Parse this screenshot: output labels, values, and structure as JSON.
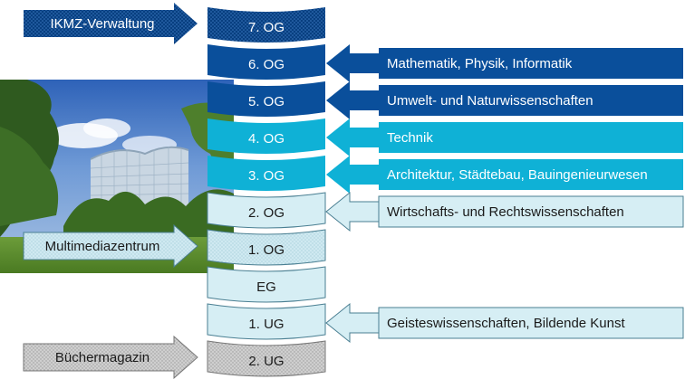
{
  "floors": [
    {
      "id": "7og",
      "label": "7. OG",
      "style": "dark-dotted"
    },
    {
      "id": "6og",
      "label": "6. OG",
      "style": "dark"
    },
    {
      "id": "5og",
      "label": "5. OG",
      "style": "dark"
    },
    {
      "id": "4og",
      "label": "4. OG",
      "style": "cyan"
    },
    {
      "id": "3og",
      "label": "3. OG",
      "style": "cyan"
    },
    {
      "id": "2og",
      "label": "2. OG",
      "style": "light"
    },
    {
      "id": "1og",
      "label": "1. OG",
      "style": "light-dotted"
    },
    {
      "id": "eg",
      "label": "EG",
      "style": "light"
    },
    {
      "id": "1ug",
      "label": "1. UG",
      "style": "light"
    },
    {
      "id": "2ug",
      "label": "2. UG",
      "style": "gray-dotted"
    }
  ],
  "right_boxes": [
    {
      "floor": "6og",
      "label": "Mathematik, Physik, Informatik",
      "style": "dark"
    },
    {
      "floor": "5og",
      "label": "Umwelt- und Naturwissenschaften",
      "style": "dark"
    },
    {
      "floor": "4og",
      "label": "Technik",
      "style": "cyan"
    },
    {
      "floor": "3og",
      "label": "Architektur, Städtebau, Bauingenieurwesen",
      "style": "cyan"
    },
    {
      "floor": "2og",
      "label": "Wirtschafts- und Rechtswissenschaften",
      "style": "light"
    },
    {
      "floor": "1ug",
      "label": "Geisteswissenschaften, Bildende Kunst",
      "style": "light"
    }
  ],
  "left_arrows": [
    {
      "floor": "7og",
      "label": "IKMZ-Verwaltung",
      "style": "dark-dotted"
    },
    {
      "floor": "1og",
      "label": "Multimediazentrum",
      "style": "light-dotted"
    },
    {
      "floor": "2ug",
      "label": "Büchermagazin",
      "style": "gray-dotted"
    }
  ],
  "colors": {
    "dark": "#0a4f9b",
    "cyan": "#0fb1d6",
    "light": "#d6eef4",
    "gray": "#c9c9c9",
    "outline": "#4a7f92"
  }
}
